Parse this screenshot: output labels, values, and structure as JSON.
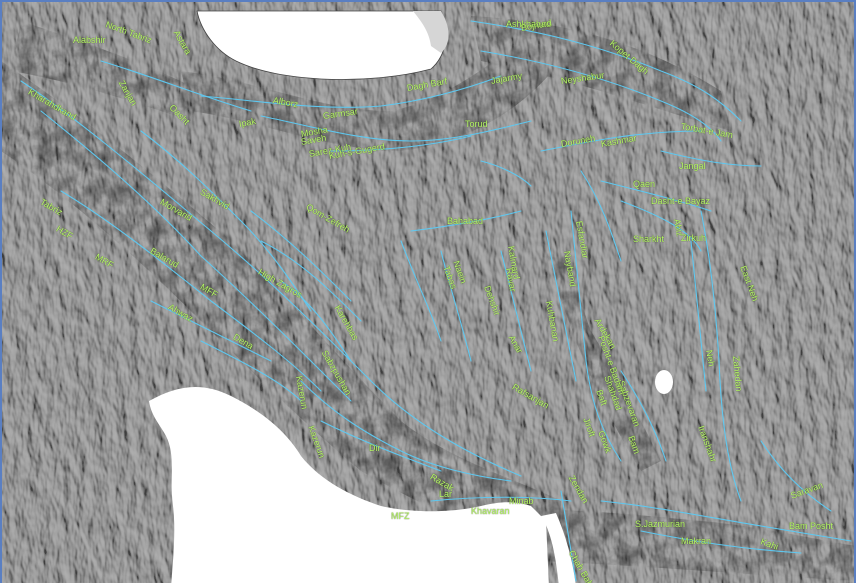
{
  "map": {
    "colors": {
      "terrain": "#8a8a8a",
      "water": "#ffffff",
      "fault_lines": "#5ec8f0",
      "labels": "#b6f56a",
      "frame": "#5a7fc2"
    },
    "fault_labels": [
      {
        "id": "alabshir",
        "text": "Alabshir"
      },
      {
        "id": "northtabriz",
        "text": "North Tabriz"
      },
      {
        "id": "astara",
        "text": "Astara"
      },
      {
        "id": "kharahdkand",
        "text": "Kharahdkand"
      },
      {
        "id": "zanjan",
        "text": "Zanjan"
      },
      {
        "id": "oasht",
        "text": "Oasht"
      },
      {
        "id": "ipak",
        "text": "Ipak"
      },
      {
        "id": "alborz",
        "text": "Alborz"
      },
      {
        "id": "mosha",
        "text": "Mosha"
      },
      {
        "id": "garmsar",
        "text": "Garmsar"
      },
      {
        "id": "saveh",
        "text": "Saveh"
      },
      {
        "id": "sarezkuh",
        "text": "Sarez-Kuh"
      },
      {
        "id": "kuhsgugerd",
        "text": "Kuh-s-Gugerd"
      },
      {
        "id": "tozad",
        "text": "Torud"
      },
      {
        "id": "atrak",
        "text": "Ashkhabad"
      },
      {
        "id": "kopeh",
        "text": "Kopet Dagh"
      },
      {
        "id": "jajarmy",
        "text": "Jajarmy"
      },
      {
        "id": "bojnurd",
        "text": "Bojnurd"
      },
      {
        "id": "daghbar",
        "text": "Dagh Barf"
      },
      {
        "id": "neyshabur",
        "text": "Neyshabur"
      },
      {
        "id": "doruneh",
        "text": "Doruneh"
      },
      {
        "id": "kashmar",
        "text": "Kashmar"
      },
      {
        "id": "torbat",
        "text": "Torbat-e Jam"
      },
      {
        "id": "jangal",
        "text": "Jangal"
      },
      {
        "id": "qaen",
        "text": "Qaen"
      },
      {
        "id": "dashtebayaz",
        "text": "Dasht-e Bayaz"
      },
      {
        "id": "abiz",
        "text": "Abiz"
      },
      {
        "id": "sharkht",
        "text": "Sharkht"
      },
      {
        "id": "zirkuh",
        "text": "Zirkuh"
      },
      {
        "id": "nehbandan",
        "text": "Neh"
      },
      {
        "id": "zahedan",
        "text": "Zahedan"
      },
      {
        "id": "east_neh",
        "text": "East Neh"
      },
      {
        "id": "tabriz",
        "text": "Tabriz"
      },
      {
        "id": "hz",
        "text": "HZF"
      },
      {
        "id": "mrf",
        "text": "MRF"
      },
      {
        "id": "morvarid",
        "text": "Morvarid"
      },
      {
        "id": "sakhvid",
        "text": "Sakhvid"
      },
      {
        "id": "qom",
        "text": "Qom-Zefreh"
      },
      {
        "id": "naein",
        "text": "Naein"
      },
      {
        "id": "dehshir",
        "text": "Dehshir"
      },
      {
        "id": "kerman",
        "text": "Kuhbanan"
      },
      {
        "id": "nayband",
        "text": "Nayband"
      },
      {
        "id": "ravar",
        "text": "Ravar"
      },
      {
        "id": "anar",
        "text": "Anar"
      },
      {
        "id": "ardekan",
        "text": "Ardekan"
      },
      {
        "id": "baft",
        "text": "Baft"
      },
      {
        "id": "sabzevaran",
        "text": "Sabzevaran"
      },
      {
        "id": "jiroft",
        "text": "Jiroft"
      },
      {
        "id": "shahdad",
        "text": "Shahdad"
      },
      {
        "id": "bam",
        "text": "Bam"
      },
      {
        "id": "gowk",
        "text": "Gowk"
      },
      {
        "id": "kazerun",
        "text": "Kazerun"
      },
      {
        "id": "balarud",
        "text": "Balarud"
      },
      {
        "id": "ahwaz",
        "text": "Ahwaz"
      },
      {
        "id": "dena",
        "text": "Dena"
      },
      {
        "id": "mfr2",
        "text": "MFF"
      },
      {
        "id": "zagros",
        "text": "High Zagros"
      },
      {
        "id": "karehbas",
        "text": "Karehbas"
      },
      {
        "id": "sabzpushan",
        "text": "Sabzpushan"
      },
      {
        "id": "dir",
        "text": "Dir"
      },
      {
        "id": "mfz",
        "text": "MFZ"
      },
      {
        "id": "razak",
        "text": "Razak"
      },
      {
        "id": "zendan",
        "text": "Zendan"
      },
      {
        "id": "minab",
        "text": "Minab"
      },
      {
        "id": "sjazmurian",
        "text": "S.Jazmurian"
      },
      {
        "id": "makran",
        "text": "Makran"
      },
      {
        "id": "kahi",
        "text": "Kahi"
      },
      {
        "id": "bamposhd",
        "text": "Bam Posht"
      },
      {
        "id": "saravan",
        "text": "Saravan"
      },
      {
        "id": "iranshahr",
        "text": "Iranshahr"
      },
      {
        "id": "chah",
        "text": "Chah Bahar"
      },
      {
        "id": "khavaran",
        "text": "Khavaran"
      },
      {
        "id": "lar",
        "text": "Lar"
      },
      {
        "id": "kazerun2",
        "text": "Kazerun"
      },
      {
        "id": "rafsanjan",
        "text": "Rafsanjan"
      },
      {
        "id": "babakai",
        "text": "Bahabad"
      },
      {
        "id": "tabas",
        "text": "Tabas"
      },
      {
        "id": "esfandiar",
        "text": "Esfandiar"
      },
      {
        "id": "kalmard",
        "text": "Kalmard"
      },
      {
        "id": "posht",
        "text": "Posht-e Badam"
      }
    ]
  }
}
